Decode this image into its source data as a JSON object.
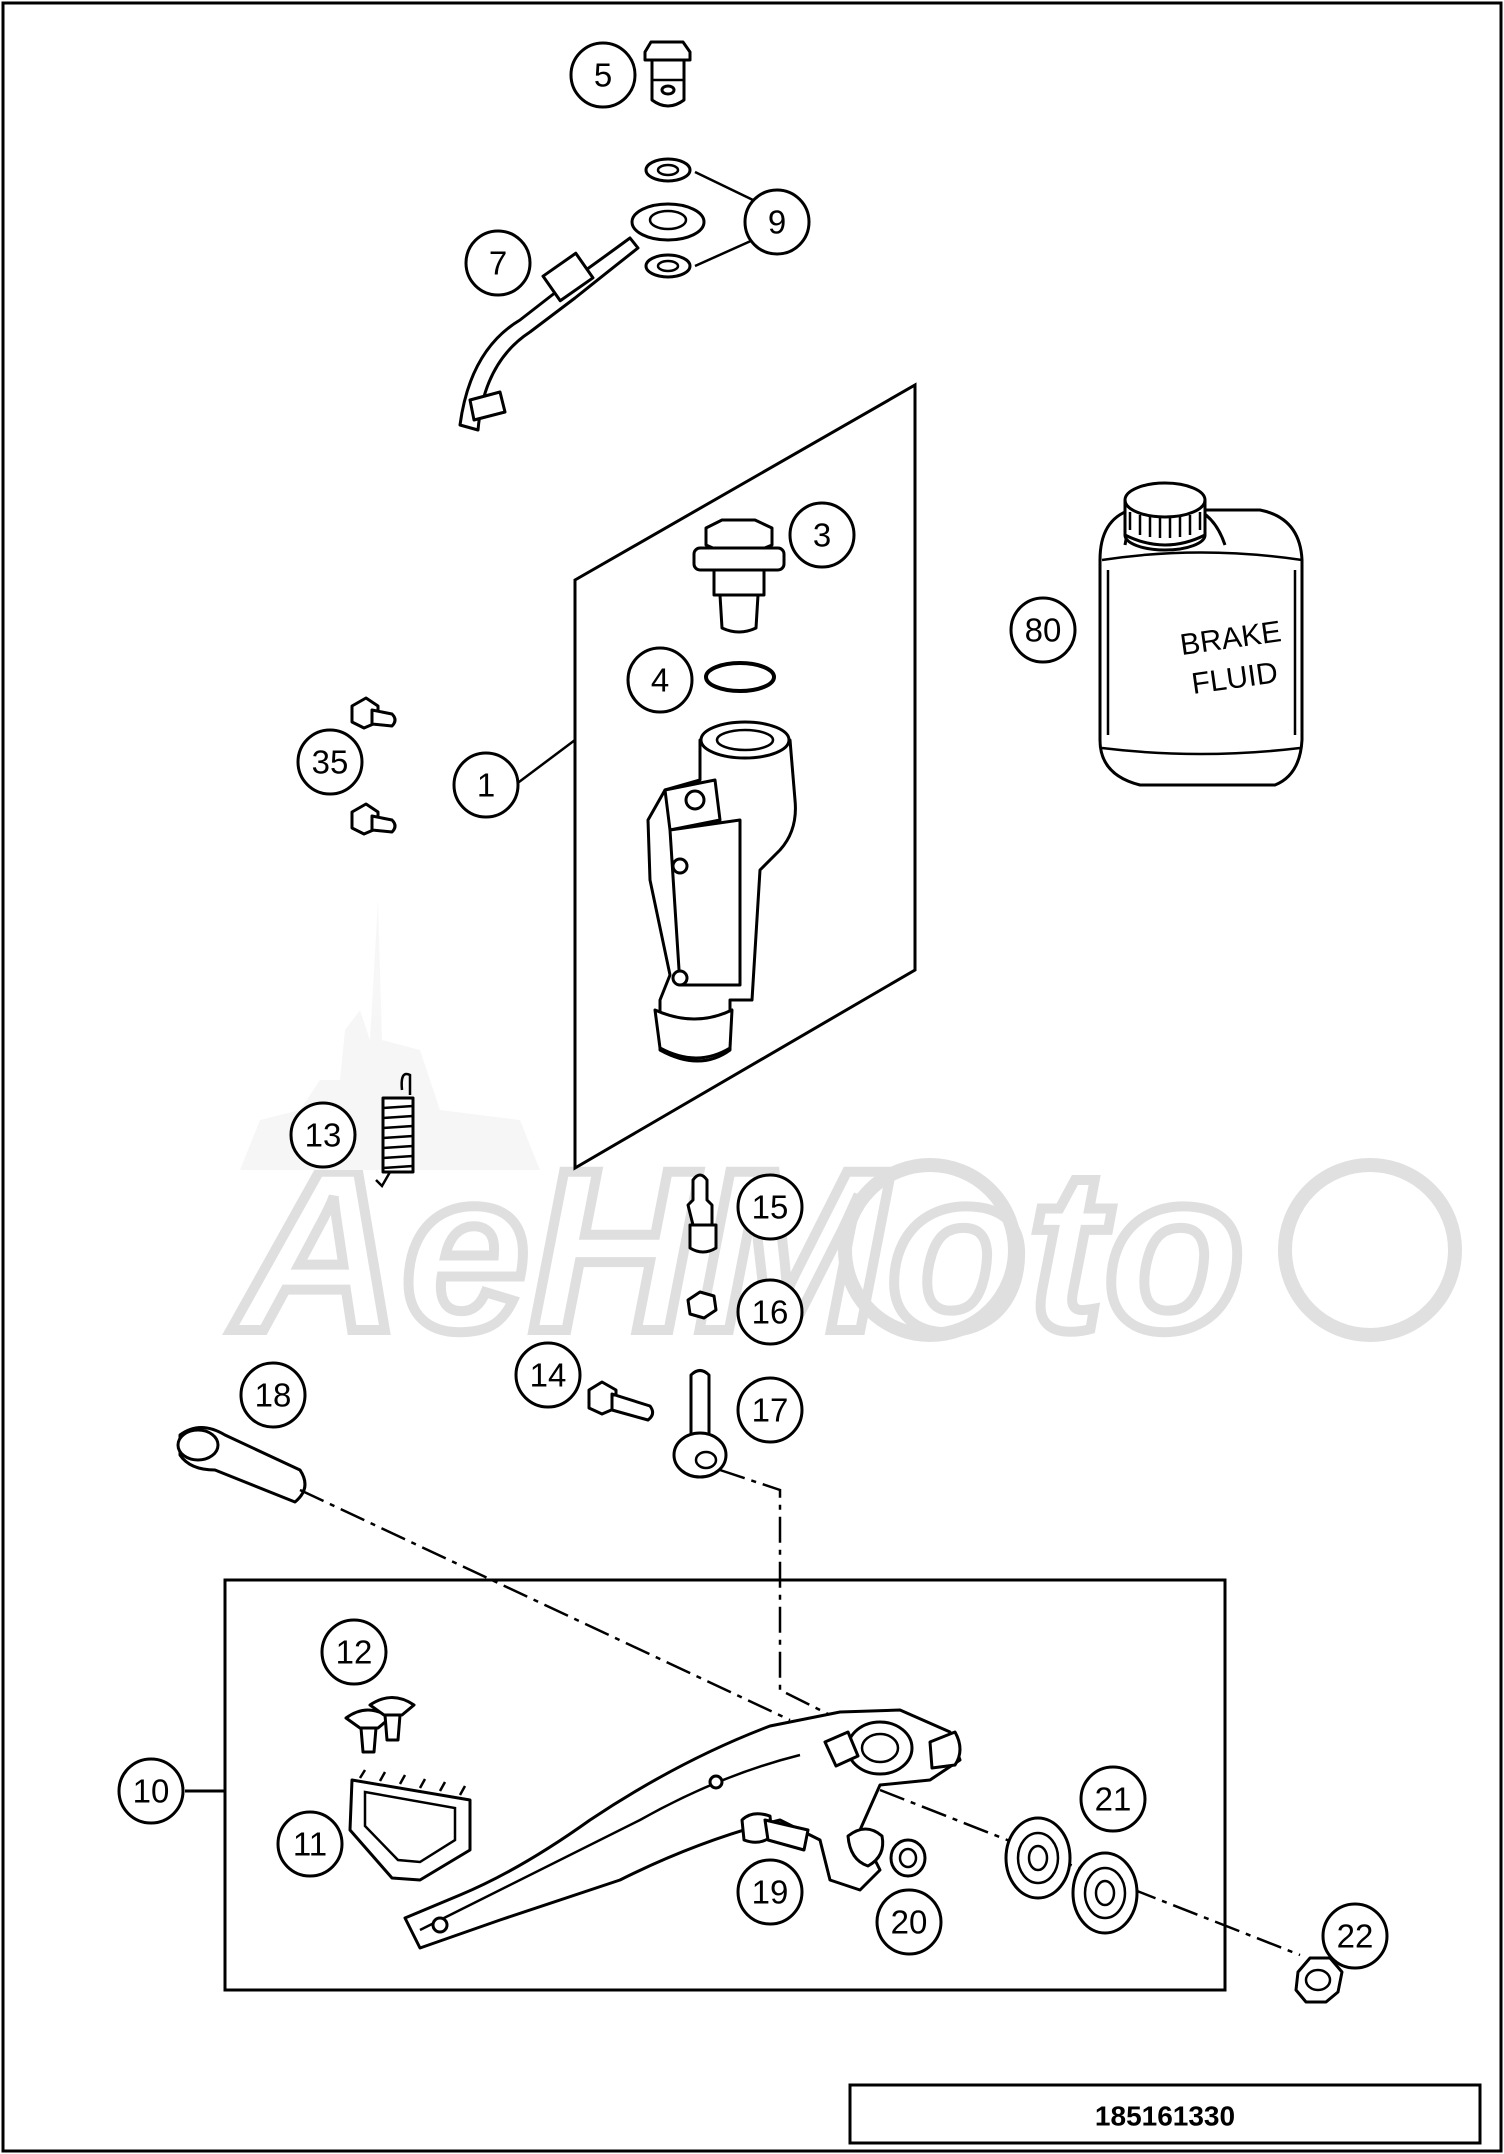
{
  "diagram_id": "185161330",
  "watermark": "AeHMoto",
  "can_label": [
    "BRAKE",
    "FLUID"
  ],
  "callouts": [
    {
      "id": "c5",
      "label": "5"
    },
    {
      "id": "c9",
      "label": "9"
    },
    {
      "id": "c7",
      "label": "7"
    },
    {
      "id": "c3",
      "label": "3"
    },
    {
      "id": "c80",
      "label": "80"
    },
    {
      "id": "c4",
      "label": "4"
    },
    {
      "id": "c35",
      "label": "35"
    },
    {
      "id": "c1",
      "label": "1"
    },
    {
      "id": "c13",
      "label": "13"
    },
    {
      "id": "c15",
      "label": "15"
    },
    {
      "id": "c16",
      "label": "16"
    },
    {
      "id": "c14",
      "label": "14"
    },
    {
      "id": "c17",
      "label": "17"
    },
    {
      "id": "c18",
      "label": "18"
    },
    {
      "id": "c12",
      "label": "12"
    },
    {
      "id": "c10",
      "label": "10"
    },
    {
      "id": "c21",
      "label": "21"
    },
    {
      "id": "c11",
      "label": "11"
    },
    {
      "id": "c19",
      "label": "19"
    },
    {
      "id": "c20",
      "label": "20"
    },
    {
      "id": "c22",
      "label": "22"
    }
  ]
}
